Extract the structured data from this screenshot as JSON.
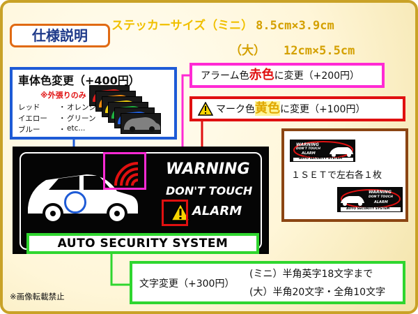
{
  "title": "仕様説明",
  "size_info": {
    "label": "ステッカーサイズ",
    "mini_label": "（ミニ）",
    "mini_size": "8.5cm×3.9cm",
    "large_label": "（大）",
    "large_size": "12cm×5.5cm"
  },
  "body_color": {
    "heading": "車体色変更（+400円）",
    "note": "※外張りのみ",
    "options": [
      {
        "left": "レッド",
        "sep": "・",
        "right": "オレンジ"
      },
      {
        "left": "イエロー",
        "sep": "・",
        "right": "グリーン"
      },
      {
        "left": "ブルー",
        "sep": "・",
        "right": "etc..."
      }
    ],
    "car_colors": [
      "#e02020",
      "#f08a10",
      "#f0d010",
      "#20b040",
      "#2060e0",
      "#808080"
    ]
  },
  "alarm_color": {
    "before": "アラーム色",
    "highlight": "赤色",
    "after": "に変更（+200円）"
  },
  "mark_color": {
    "before": "マーク色",
    "highlight": "黄色",
    "after": "に変更（+100円）"
  },
  "set_info": {
    "text": "１ＳＥＴで左右各１枚"
  },
  "sticker": {
    "line1": "WARNING",
    "line2": "DON'T TOUCH",
    "line3": "ALARM",
    "system": "AUTO SECURITY SYSTEM"
  },
  "mini_sticker": {
    "line1": "WARNING",
    "line2": "DON'T TOUCH",
    "line3": "ALARM",
    "system": "AUTO SECURITY SYSTEM"
  },
  "text_change": {
    "label": "文字変更（+300円）",
    "mini_rule": "(ミニ）半角英字18文字まで",
    "large_rule": "(大）半角20文字・全角10文字"
  },
  "footer": "※画像転載禁止",
  "colors": {
    "frame": "#c9a227",
    "title_border": "#e06a13",
    "blue": "#1e5bd6",
    "magenta": "#ff2ad4",
    "red": "#e01010",
    "green": "#2fd62f",
    "brown": "#8b4513",
    "size_text": "#e0a000"
  }
}
